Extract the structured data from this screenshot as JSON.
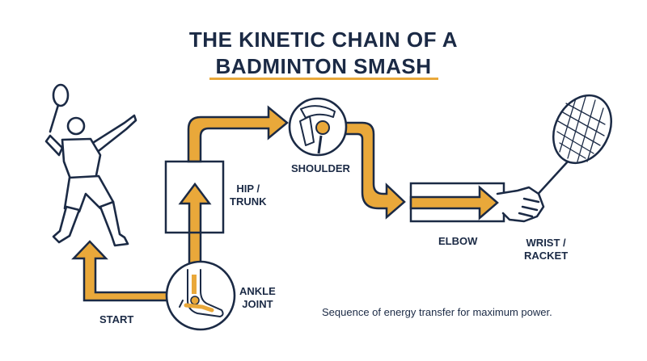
{
  "title": {
    "line1": "THE KINETIC CHAIN OF A",
    "line2": "BADMINTON SMASH"
  },
  "stages": {
    "start": "START",
    "ankle_line1": "ANKLE",
    "ankle_line2": "JOINT",
    "hip_line1": "HIP /",
    "hip_line2": "TRUNK",
    "shoulder": "SHOULDER",
    "elbow": "ELBOW",
    "wrist_line1": "WRIST /",
    "wrist_line2": "RACKET"
  },
  "caption": "Sequence of energy transfer for maximum power.",
  "colors": {
    "navy": "#1b2a45",
    "accent": "#e9a83a",
    "background": "#ffffff"
  },
  "icons": [
    "player-icon",
    "ankle-joint-icon",
    "shoulder-joint-icon",
    "hand-racket-icon"
  ]
}
